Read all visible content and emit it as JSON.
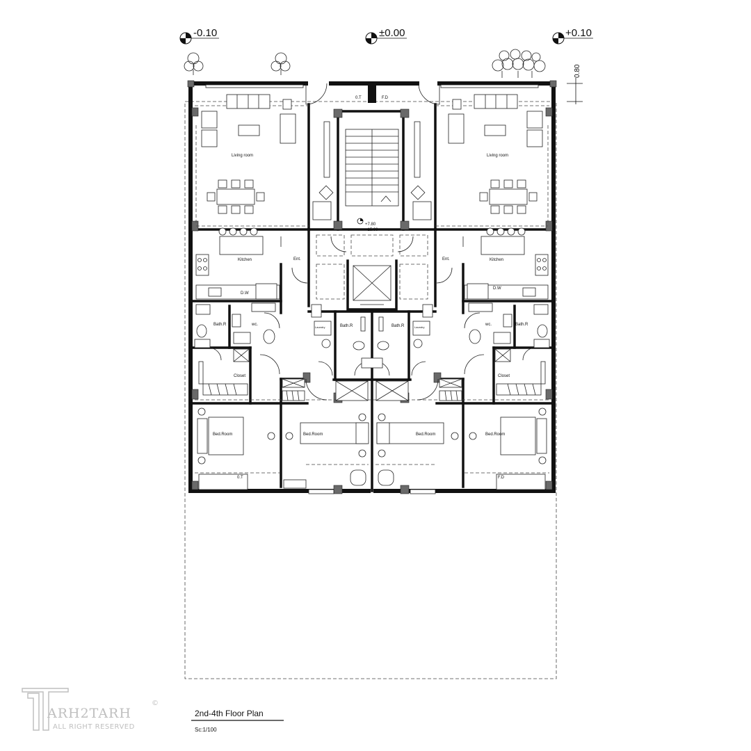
{
  "levels": {
    "left": "-0.10",
    "center": "±0.00",
    "right": "+0.10",
    "height_dim": "0.80"
  },
  "rooms": {
    "living_left": "Living room",
    "living_right": "Living room",
    "kitchen_left": "Kitchen",
    "kitchen_right": "Kitchen",
    "entrance_left": "Ent.",
    "entrance_right": "Ent.",
    "dw_left": "D.W",
    "dw_right": "D.W",
    "bath_left": "Bath.R",
    "bath_right": "Bath.R",
    "wc_left": "wc.",
    "wc_right": "wc.",
    "closet_left": "Closet",
    "closet_right": "Closet",
    "bed_outer_left": "Bed.Room",
    "bed_inner_left": "Bed.Room",
    "bed_inner_right": "Bed.Room",
    "bed_outer_right": "Bed.Room",
    "bath_center_left": "Bath.R",
    "bath_center_right": "Bath.R",
    "fd_top_left": "0.T",
    "fd_top_right": "F.D",
    "fd_bottom_left": "0.T",
    "fd_bottom_right": "F.D",
    "stair_level_1": "+7.80",
    "stair_level_2": "+15.00",
    "laundry_left": "Laundry",
    "laundry_right": "Laundry"
  },
  "title": {
    "name": "2nd-4th Floor Plan",
    "scale": "Sc:1/100"
  },
  "logo": {
    "brand": "ARH2TARH",
    "rights": "ALL RIGHT RESERVED",
    "mark": "©"
  }
}
